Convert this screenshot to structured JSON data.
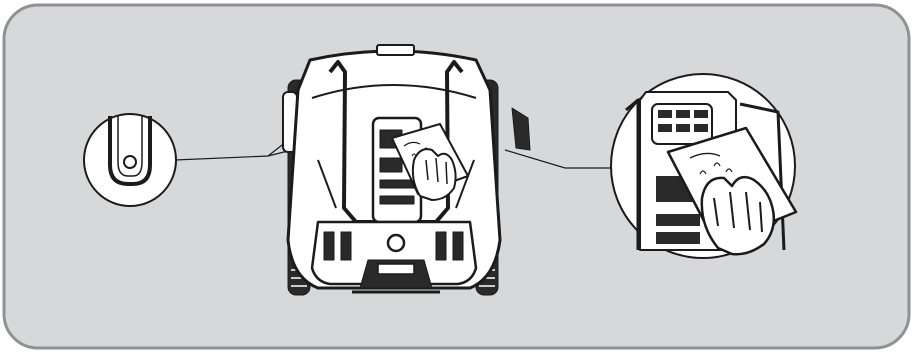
{
  "figure": {
    "kind": "maintenance-illustration",
    "colors": {
      "panel_fill": "#d7d8d9",
      "panel_border": "#8f9193",
      "line": "#1b1b1b",
      "robot_body": "#ffffff",
      "dark_part": "#2a2a2a",
      "callout_fill": "#ffffff"
    },
    "icons": [
      "robot-rear-view",
      "sensor-window-detail",
      "wiping-cloth-hand",
      "magnified-cleaning-detail"
    ]
  }
}
